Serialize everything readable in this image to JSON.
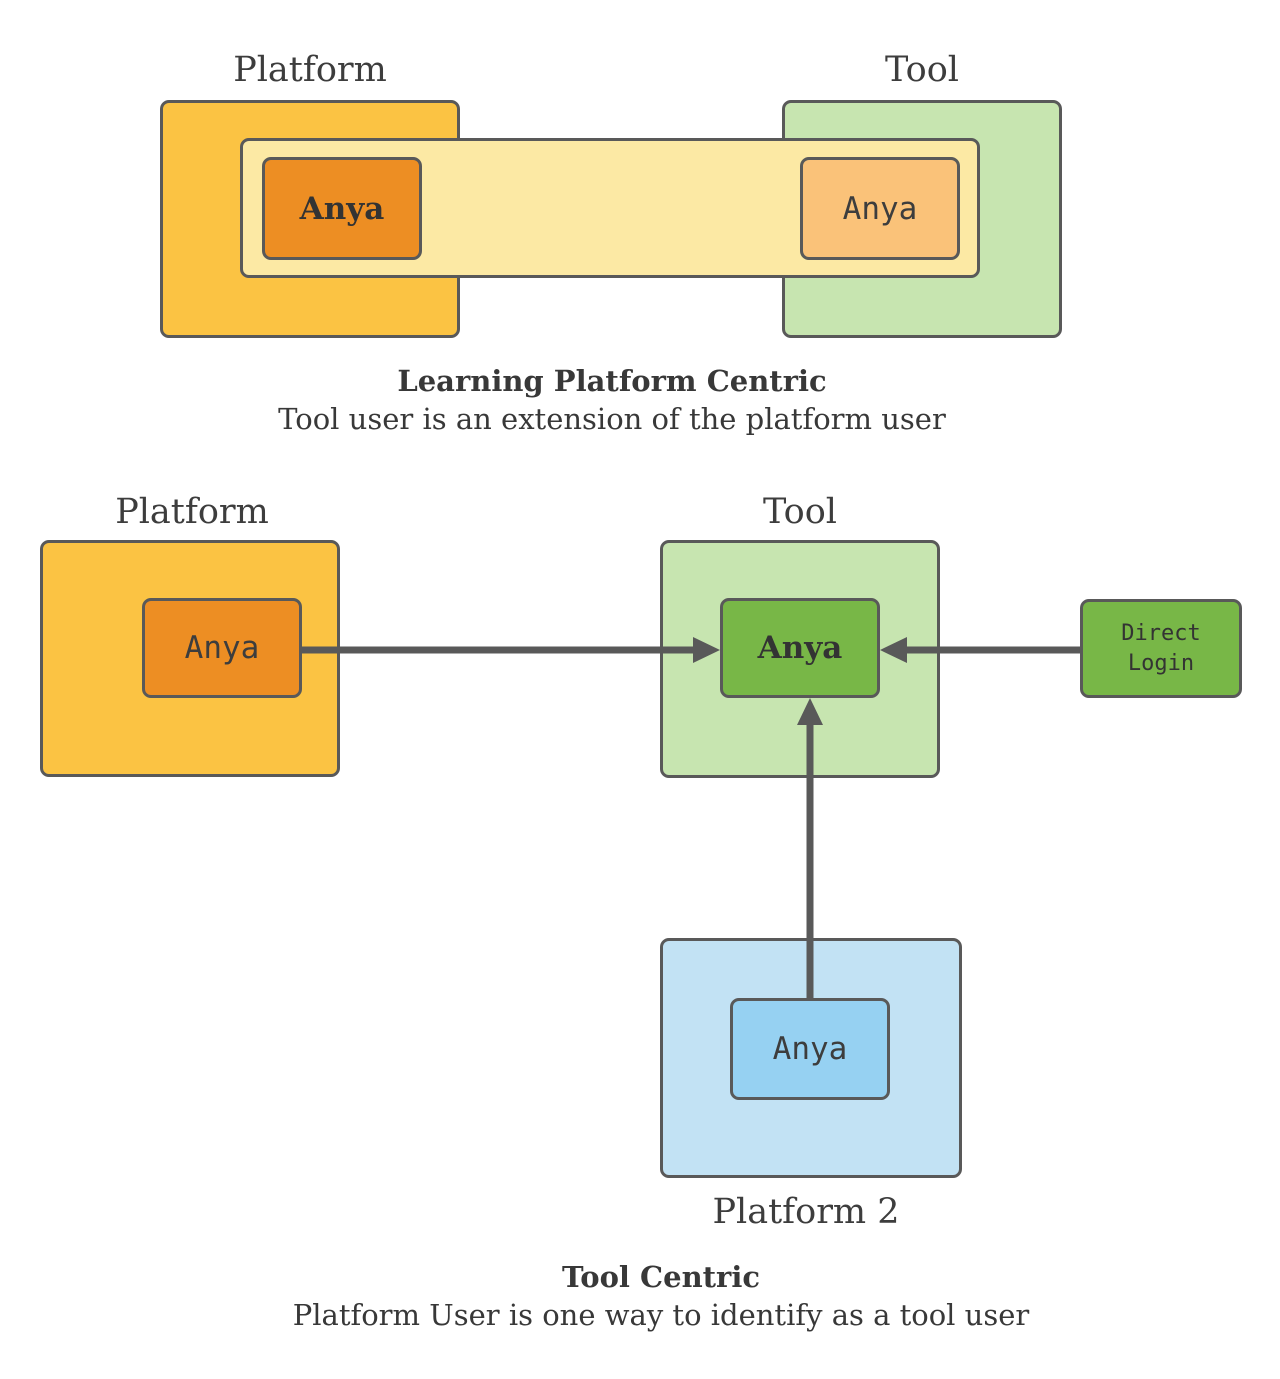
{
  "colors": {
    "border": "#595959",
    "arrow": "#595959",
    "text": "#3d3d3d",
    "platform_fill": "#fbc343",
    "platform_anya_fill": "#ed8e23",
    "band_fill": "#fce9a4",
    "tool_anya_extension_fill": "#fac279",
    "tool_fill": "#c7e5b0",
    "tool_anya_fill": "#78b747",
    "direct_login_fill": "#78b747",
    "platform2_fill": "#c2e2f4",
    "platform2_anya_fill": "#96d1f2"
  },
  "top_diagram": {
    "platform_label": "Platform",
    "tool_label": "Tool",
    "platform_anya": "Anya",
    "tool_anya": "Anya",
    "caption_title": "Learning Platform Centric",
    "caption_subtitle": "Tool user is an extension of the platform user"
  },
  "bottom_diagram": {
    "platform_label": "Platform",
    "tool_label": "Tool",
    "platform_anya": "Anya",
    "tool_anya": "Anya",
    "direct_login_line1": "Direct",
    "direct_login_line2": "Login",
    "platform2_label": "Platform 2",
    "platform2_anya": "Anya",
    "caption_title": "Tool Centric",
    "caption_subtitle": "Platform User is one way to identify as a tool user"
  }
}
